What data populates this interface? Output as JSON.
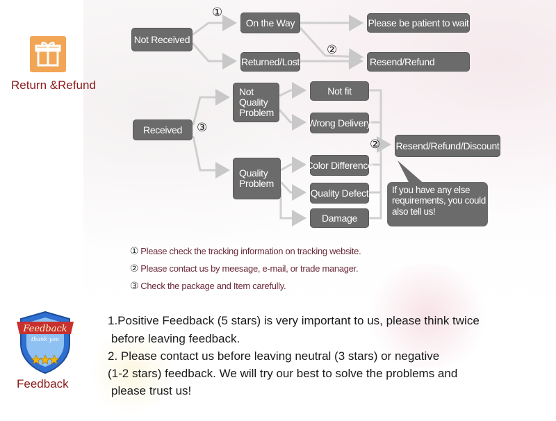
{
  "return_section": {
    "label": "Return &Refund",
    "icon": "gift-box-icon",
    "accent_color": "#f2a655",
    "label_color": "#8b1a1a"
  },
  "flow": {
    "not_received": "Not Received",
    "on_the_way": "On the Way",
    "returned_lost": "Returned/Lost",
    "please_wait": "Please be patient to wait",
    "resend_refund": "Resend/Refund",
    "received": "Received",
    "not_quality_problem": "Not\nQuality\nProblem",
    "quality_problem": "Quality\nProblem",
    "not_fit": "Not fit",
    "wrong_delivery": "Wrong Delivery",
    "color_difference": "Color Difference",
    "quality_defect": "Quality Defect",
    "damage": "Damage",
    "resend_refund_discount": "Resend/Refund/Discount",
    "bubble_text": "If you have any else\nrequirements, you could\nalso tell us!",
    "marker_1": "①",
    "marker_2": "②",
    "marker_3": "③",
    "box_color": "#6b6b6b",
    "arrow_color": "#c8c8c8"
  },
  "notes": [
    {
      "num": "①",
      "text": "Please check the tracking information on tracking website."
    },
    {
      "num": "②",
      "text": "Please contact us by meesage, e-mail, or trade manager."
    },
    {
      "num": "③",
      "text": "Check the package and Item carefully."
    }
  ],
  "feedback_section": {
    "label": "Feedback",
    "badge_title": "Feedback",
    "badge_subtitle": "thank you",
    "icon": "feedback-shield-icon",
    "lines": [
      "1.Positive Feedback (5 stars) is very important to us, please think twice",
      "before leaving feedback.",
      "2. Please contact us before leaving neutral (3 stars) or negative",
      "(1-2 stars) feedback. We will try our best to solve the problems and",
      "please trust us!"
    ]
  }
}
